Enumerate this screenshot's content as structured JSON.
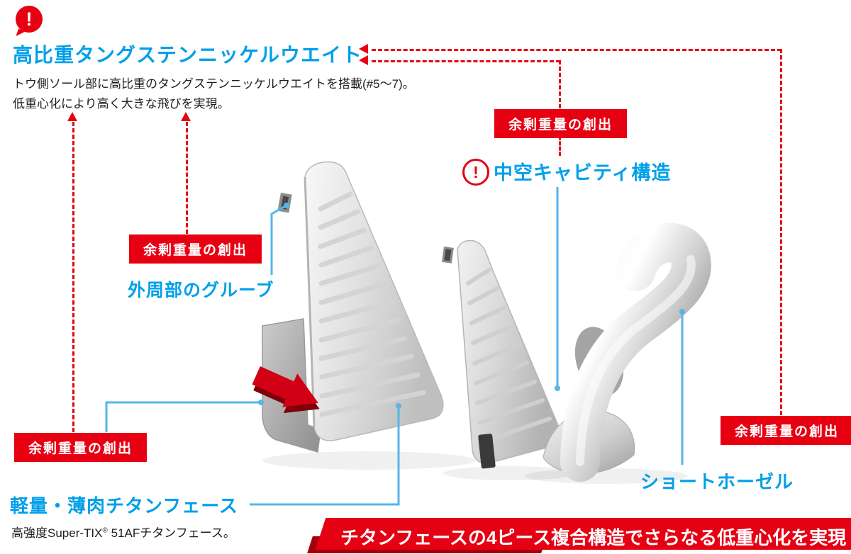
{
  "alert_icon": "!",
  "badge_label": "余剰重量の創出",
  "tungsten": {
    "title": "高比重タングステンニッケルウエイト",
    "desc1": "トウ側ソール部に高比重のタングステンニッケルウエイトを搭載(#5〜7)。",
    "desc2": "低重心化により高く大きな飛びを実現。"
  },
  "hollow": {
    "title": "中空キャビティ構造"
  },
  "groove": {
    "title": "外周部のグルーブ"
  },
  "face": {
    "title": "軽量・薄肉チタンフェース",
    "desc_pre": "高強度Super-TIX",
    "desc_reg": "®",
    "desc_post": " 51AFチタンフェース。"
  },
  "hosel": {
    "title": "ショートホーゼル"
  },
  "banner": {
    "text": "チタンフェースの4ピース複合構造でさらなる低重心化を実現"
  },
  "colors": {
    "accent_red": "#e60012",
    "accent_cyan": "#00a0e9",
    "leader_blue": "#56b6e8"
  }
}
